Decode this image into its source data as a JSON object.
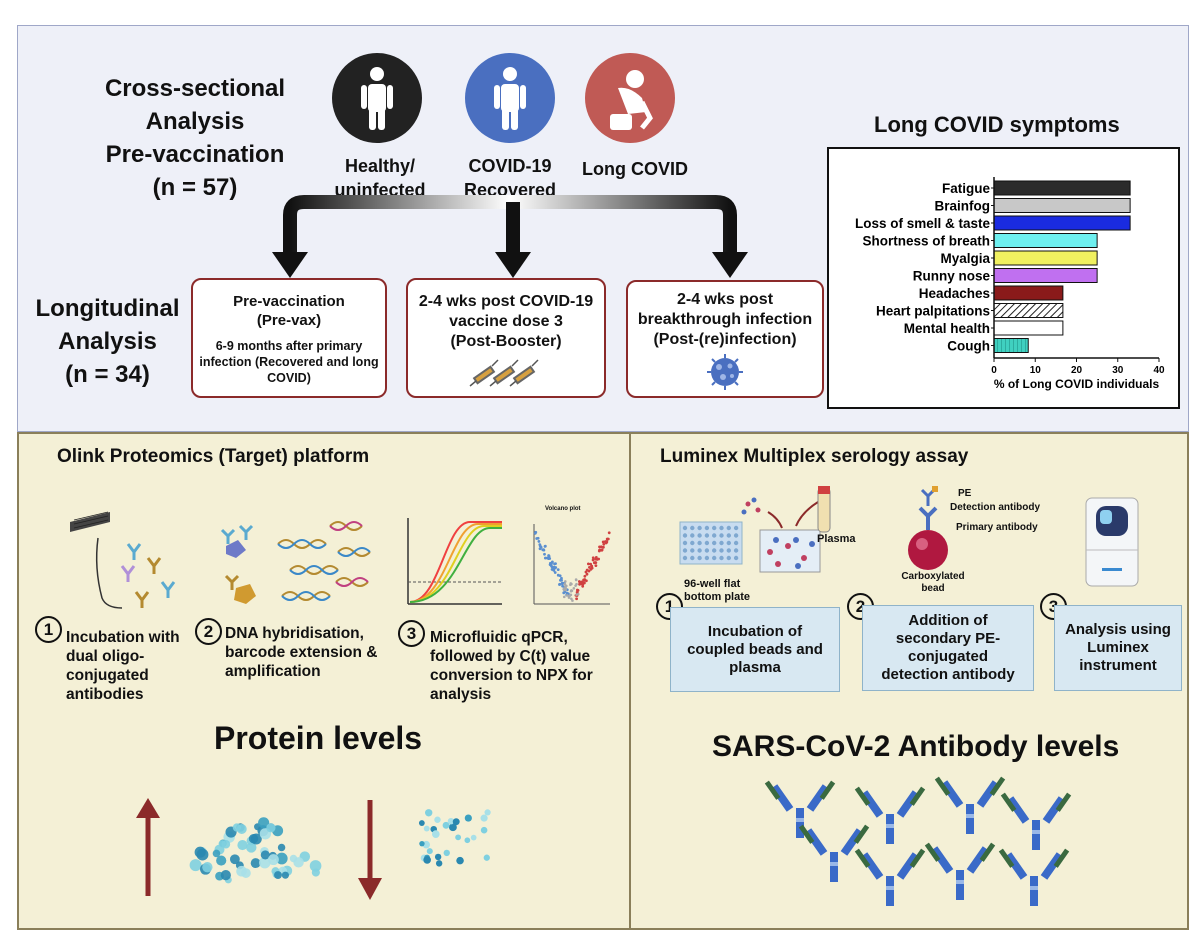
{
  "top": {
    "cross": {
      "line1": "Cross-sectional",
      "line2": "Analysis",
      "line3": "Pre-vaccination",
      "n": "(n = 57)"
    },
    "groups": [
      {
        "label1": "Healthy/",
        "label2": "uninfected",
        "color": "#222222"
      },
      {
        "label1": "COVID-19",
        "label2": "Recovered",
        "color": "#4a6fc0"
      },
      {
        "label1": "Long COVID",
        "label2": "",
        "color": "#c05a55"
      }
    ],
    "longitudinal": {
      "line1": "Longitudinal",
      "line2": "Analysis",
      "n": "(n = 34)"
    },
    "timepoints": [
      {
        "title": "Pre-vaccination",
        "subtitle": "(Pre-vax)",
        "note1": "6-9 months after primary",
        "note2": "infection (Recovered and long",
        "note3": "COVID)"
      },
      {
        "title": "2-4 wks post COVID-19",
        "subtitle": "vaccine dose 3",
        "note1": "(Post-Booster)"
      },
      {
        "title": "2-4 wks post",
        "subtitle": "breakthrough infection",
        "note1": "(Post-(re)infection)"
      }
    ]
  },
  "symptoms_title": "Long COVID symptoms",
  "chart_data": {
    "type": "bar",
    "orientation": "horizontal",
    "categories": [
      "Fatigue",
      "Brainfog",
      "Loss of smell & taste",
      "Shortness of breath",
      "Myalgia",
      "Runny nose",
      "Headaches",
      "Heart palpitations",
      "Mental health",
      "Cough"
    ],
    "values": [
      33,
      33,
      33,
      25,
      25,
      25,
      16.7,
      16.7,
      16.7,
      8.3
    ],
    "colors": [
      "#2b2b2b",
      "#c8c8c8",
      "#1a2be0",
      "#6ef0f0",
      "#f0f060",
      "#c070f0",
      "#8a1a1a",
      "hatched",
      "#ffffff",
      "#40d0c0"
    ],
    "xticks": [
      "0",
      "10",
      "20",
      "30",
      "40"
    ],
    "xlim": [
      0,
      40
    ],
    "xlabel": "% of Long COVID individuals"
  },
  "olink": {
    "title": "Olink Proteomics (Target) platform",
    "steps": [
      {
        "num": "1",
        "l1": "Incubation with",
        "l2": "dual oligo-",
        "l3": "conjugated",
        "l4": "antibodies"
      },
      {
        "num": "2",
        "l1": "DNA hybridisation,",
        "l2": "barcode extension &",
        "l3": "amplification"
      },
      {
        "num": "3",
        "l1": "Microfluidic qPCR,",
        "l2": "followed by C(t) value",
        "l3": "conversion to NPX for",
        "l4": "analysis"
      }
    ],
    "volcano": "Volcano plot",
    "result": "Protein levels"
  },
  "luminex": {
    "title": "Luminex Multiplex serology assay",
    "plate1": "96-well flat",
    "plate2": "bottom plate",
    "plasma": "Plasma",
    "pe": "PE",
    "detection": "Detection antibody",
    "primary": "Primary antibody",
    "bead1": "Carboxylated",
    "bead2": "bead",
    "steps": [
      {
        "num": "1",
        "l1": "Incubation of",
        "l2": "coupled beads and",
        "l3": "plasma"
      },
      {
        "num": "2",
        "l1": "Addition of",
        "l2": "secondary PE-",
        "l3": "conjugated",
        "l4": "detection antibody"
      },
      {
        "num": "3",
        "l1": "Analysis using",
        "l2": "Luminex",
        "l3": "instrument"
      }
    ],
    "result": "SARS-CoV-2 Antibody levels"
  }
}
